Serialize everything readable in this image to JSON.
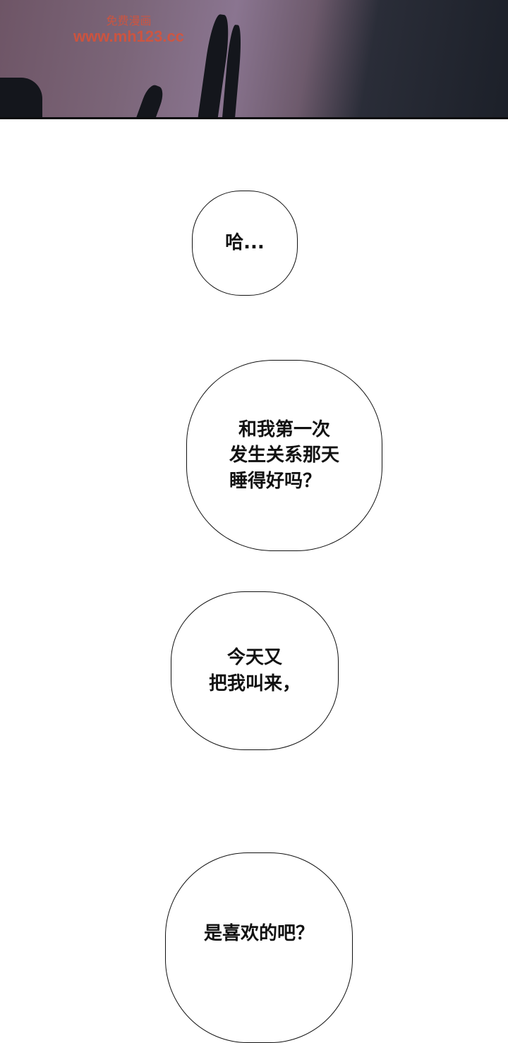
{
  "watermark": {
    "site_name": "免费漫画",
    "url": "www.mh123.cc"
  },
  "bubbles": [
    {
      "lines": [
        "哈..."
      ]
    },
    {
      "lines": [
        "和我第一次",
        "发生关系那天",
        "睡得好吗？"
      ]
    },
    {
      "lines": [
        "今天又",
        "把我叫来，"
      ]
    },
    {
      "lines": [
        "是喜欢的吧？"
      ]
    }
  ]
}
